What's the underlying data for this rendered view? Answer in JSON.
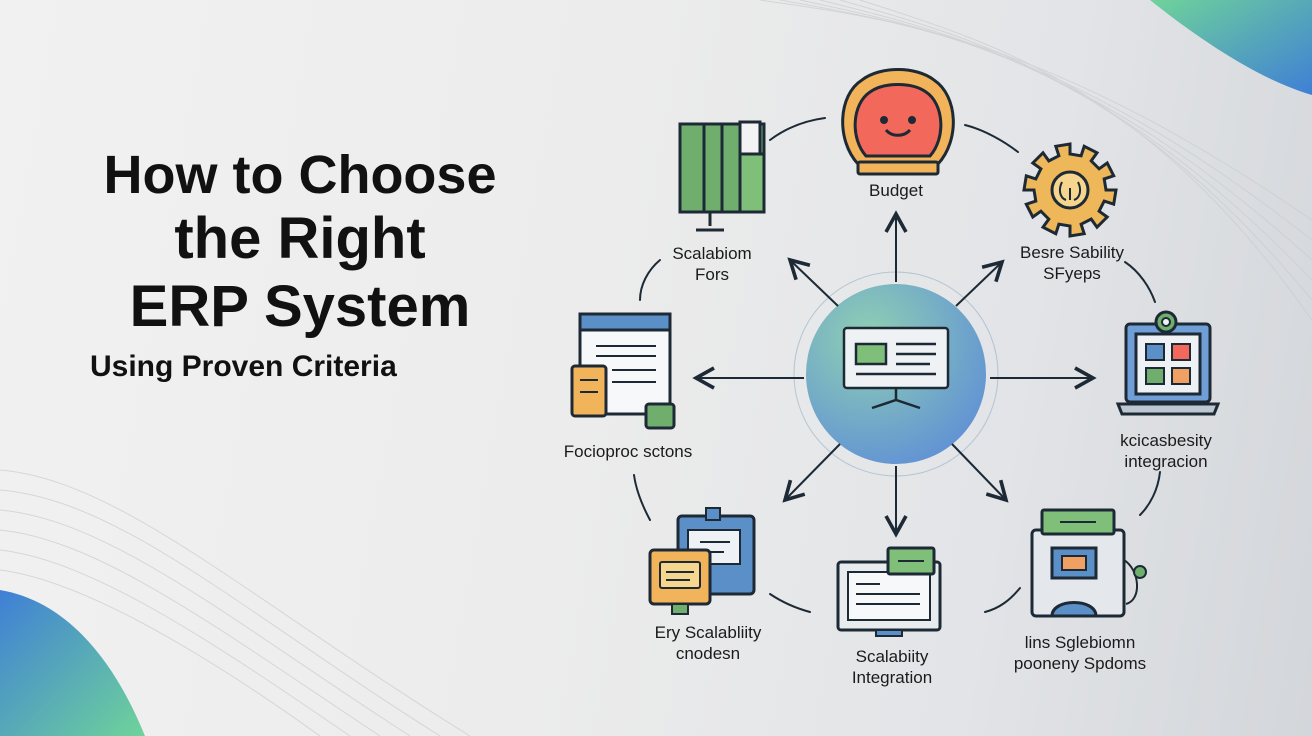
{
  "title": {
    "line1": "How to Choose",
    "line2": "the Right",
    "line3": "ERP System",
    "subtitle": "Using Proven Criteria"
  },
  "colors": {
    "green": "#6fae6c",
    "orange": "#f0a062",
    "gold": "#edb75a",
    "blue": "#5b8fc7",
    "red": "#f2685a",
    "ink": "#1d2a36",
    "paper": "#f3f3f3",
    "hub_light": "#8fd0b3",
    "hub_dark": "#5f8fd6"
  },
  "nodes": [
    {
      "id": "top",
      "icon": "shell-face-icon",
      "lines": [
        "Budget"
      ]
    },
    {
      "id": "top-right",
      "icon": "gear-icon",
      "lines": [
        "Besre Sability",
        "SFyeps"
      ]
    },
    {
      "id": "right",
      "icon": "laptop-grid-icon",
      "lines": [
        "kcicasbesity",
        "integracion"
      ]
    },
    {
      "id": "bottom-right",
      "icon": "device-stand-icon",
      "lines": [
        "lins Sglebiomn",
        "pooneny Spdoms"
      ]
    },
    {
      "id": "bottom",
      "icon": "monitor-doc-icon",
      "lines": [
        "Scalabiity",
        "Integration"
      ]
    },
    {
      "id": "bottom-left",
      "icon": "chat-windows-icon",
      "lines": [
        "Ery Scalabliity",
        "cnodesn"
      ]
    },
    {
      "id": "left",
      "icon": "document-window-icon",
      "lines": [
        "Focioproc sctons"
      ]
    },
    {
      "id": "top-left",
      "icon": "bar-monitor-icon",
      "lines": [
        "Scalabiom",
        "Fors"
      ]
    }
  ],
  "hub": {
    "icon": "monitor-center-icon"
  }
}
